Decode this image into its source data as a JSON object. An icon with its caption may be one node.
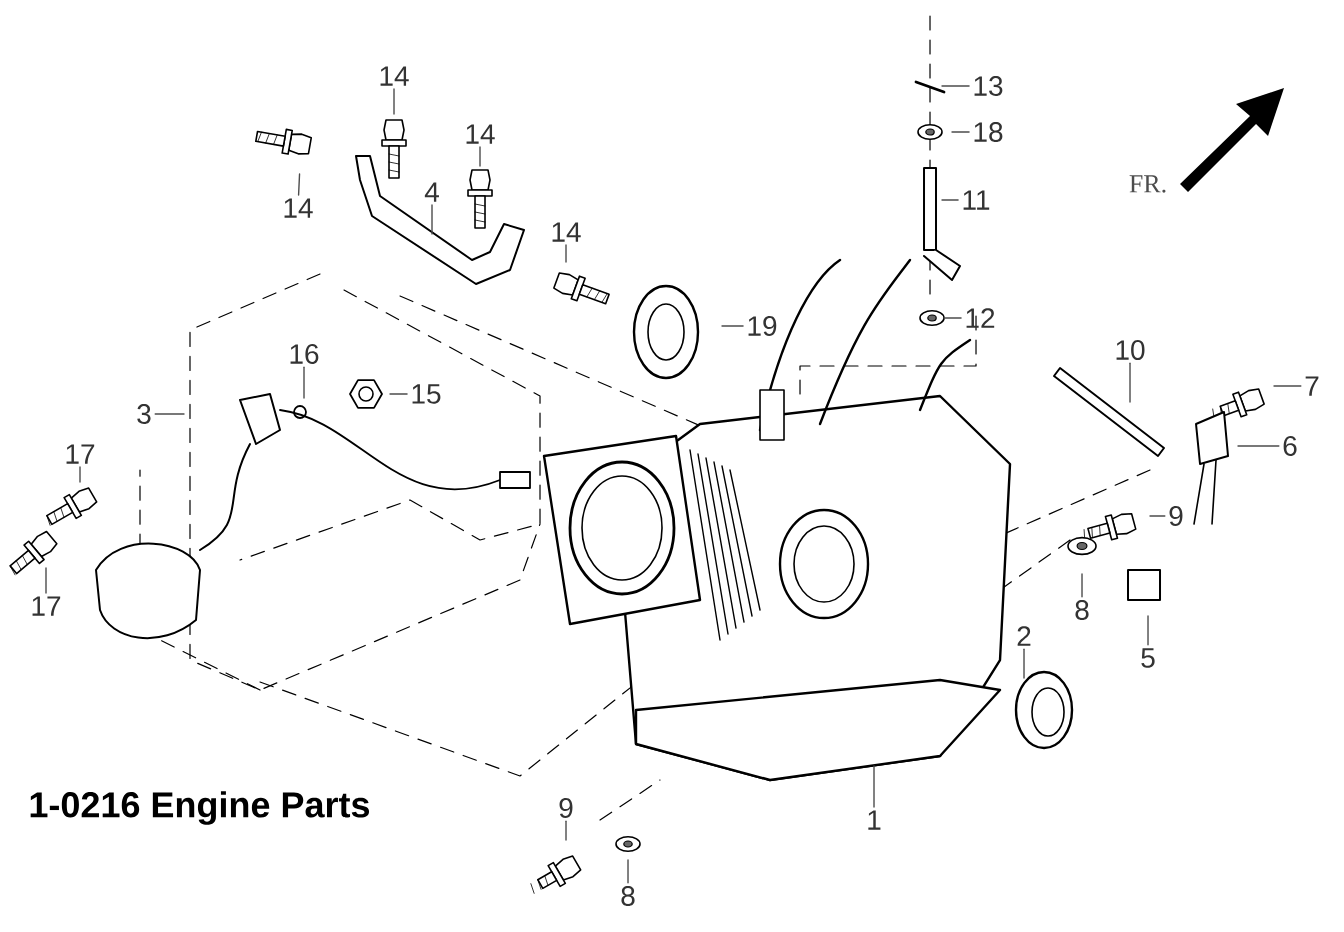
{
  "diagram": {
    "title": "1-0216 Engine Parts",
    "nodes": [
      {
        "text": [
          "14"
        ]
      },
      {
        "text": [
          "14"
        ]
      },
      {
        "text": [
          "14"
        ]
      },
      {
        "text": [
          "4"
        ]
      },
      {
        "text": [
          "14"
        ]
      },
      {
        "text": [
          "13"
        ]
      },
      {
        "text": [
          "18"
        ]
      },
      {
        "text": [
          "11"
        ]
      },
      {
        "text": [
          "12"
        ]
      },
      {
        "text": [
          "19"
        ]
      },
      {
        "text": [
          "16"
        ]
      },
      {
        "text": [
          "15"
        ]
      },
      {
        "text": [
          "3"
        ]
      },
      {
        "text": [
          "17"
        ]
      },
      {
        "text": [
          "17"
        ]
      },
      {
        "text": [
          "10"
        ]
      },
      {
        "text": [
          "7"
        ]
      },
      {
        "text": [
          "6"
        ]
      },
      {
        "text": [
          "9"
        ]
      },
      {
        "text": [
          "8"
        ]
      },
      {
        "text": [
          "5"
        ]
      },
      {
        "text": [
          "2"
        ]
      },
      {
        "text": [
          "1"
        ]
      },
      {
        "text": [
          "9"
        ]
      },
      {
        "text": [
          "8"
        ]
      }
    ],
    "edges": [
      {
        "from": 0,
        "to": null,
        "arrow": "none"
      },
      {
        "from": 1,
        "to": null,
        "arrow": "none"
      },
      {
        "from": 2,
        "to": null,
        "arrow": "none"
      },
      {
        "from": 3,
        "to": null,
        "arrow": "none"
      },
      {
        "from": 4,
        "to": null,
        "arrow": "none"
      },
      {
        "from": 5,
        "to": null,
        "arrow": "none"
      },
      {
        "from": 6,
        "to": null,
        "arrow": "none"
      },
      {
        "from": 7,
        "to": null,
        "arrow": "none"
      },
      {
        "from": 8,
        "to": null,
        "arrow": "none"
      },
      {
        "from": 9,
        "to": null,
        "arrow": "none"
      },
      {
        "from": 10,
        "to": null,
        "arrow": "none"
      },
      {
        "from": 11,
        "to": null,
        "arrow": "none"
      },
      {
        "from": 12,
        "to": null,
        "arrow": "none"
      },
      {
        "from": 13,
        "to": null,
        "arrow": "none"
      },
      {
        "from": 14,
        "to": null,
        "arrow": "none"
      },
      {
        "from": 15,
        "to": null,
        "arrow": "none"
      },
      {
        "from": 16,
        "to": null,
        "arrow": "none"
      },
      {
        "from": 17,
        "to": null,
        "arrow": "none"
      },
      {
        "from": 18,
        "to": null,
        "arrow": "none"
      },
      {
        "from": 19,
        "to": null,
        "arrow": "none"
      },
      {
        "from": 20,
        "to": null,
        "arrow": "none"
      },
      {
        "from": 21,
        "to": null,
        "arrow": "none"
      },
      {
        "from": 22,
        "to": null,
        "arrow": "none"
      },
      {
        "from": 23,
        "to": null,
        "arrow": "none"
      },
      {
        "from": 24,
        "to": null,
        "arrow": "none"
      }
    ],
    "labels": [
      "FR."
    ]
  }
}
